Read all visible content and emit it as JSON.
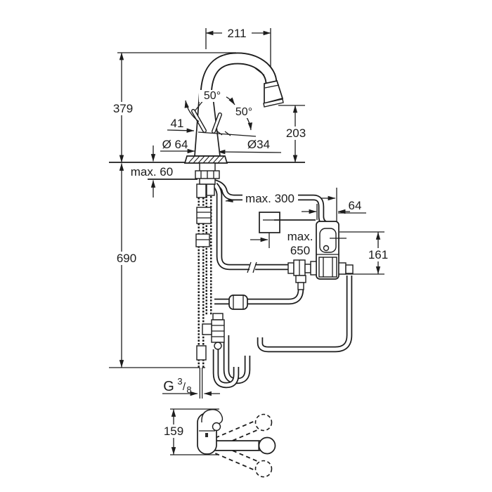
{
  "drawing": {
    "subject": "pull-out kitchen faucet installation dimension drawing",
    "background": "#ffffff",
    "line_color": "#1d1d1d",
    "dims": {
      "spout_reach": "211",
      "total_height": "379",
      "outlet_height": "203",
      "swivel_angle_left": "50°",
      "swivel_angle_right": "50°",
      "handle_length": "41",
      "base_diameter": "Ø 64",
      "column_diameter": "Ø34",
      "max_deck_thickness": "max. 60",
      "under_counter_length": "690",
      "max_hose_run": "max. 300",
      "control_box_width": "64",
      "max_cable_word": "max.",
      "max_cable_value": "650",
      "control_box_height": "161",
      "thread_letter": "G",
      "thread_numerator": "3",
      "thread_slash": "/",
      "thread_denominator": "8",
      "plan_view_depth": "159"
    }
  }
}
